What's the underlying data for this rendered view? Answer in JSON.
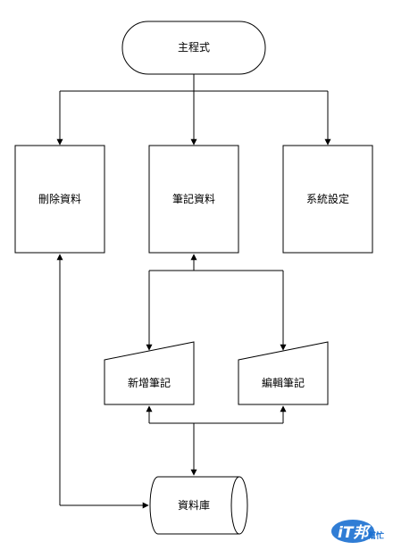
{
  "nodes": {
    "main": "主程式",
    "delete": "刪除資料",
    "notes": "筆記資料",
    "settings": "系統設定",
    "add": "新增筆記",
    "edit": "編輯筆記",
    "db": "資料庫"
  },
  "watermark": {
    "logo": "iT邦",
    "sub": "幫忙"
  },
  "colors": {
    "stroke": "#000000",
    "fill": "#ffffff",
    "watermark": "#1a6fd0"
  }
}
